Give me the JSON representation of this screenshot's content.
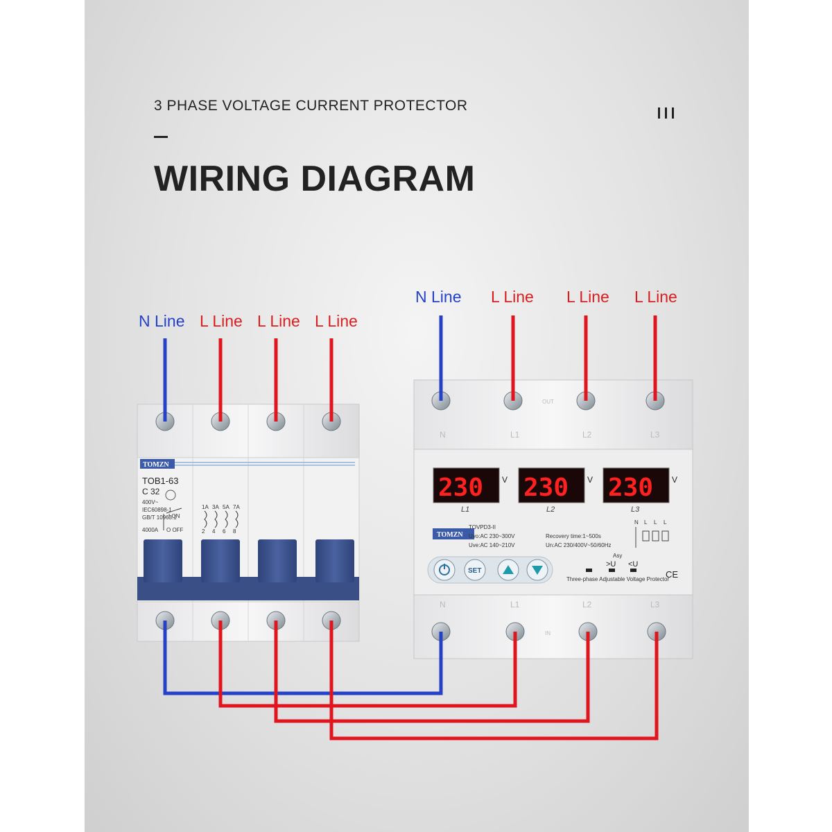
{
  "header": {
    "subtitle": "3 PHASE VOLTAGE  CURRENT PROTECTOR",
    "title": "WIRING DIAGRAM"
  },
  "breaker": {
    "brand": "TOMZN",
    "model": "TOB1-63",
    "rating": "C 32",
    "spec1": "400V~",
    "spec2": "IEC60898-1",
    "spec3": "GB/T 10963.1",
    "spec4": "4000A",
    "on": "I ON",
    "off": "O OFF",
    "poles_top": [
      "1A",
      "3A",
      "5A",
      "7A"
    ],
    "poles_bottom": [
      "2",
      "4",
      "6",
      "8"
    ],
    "input_labels": [
      "N Line",
      "L Line",
      "L Line",
      "L Line"
    ]
  },
  "protector": {
    "brand": "TOMZN",
    "model": "TOVPD3-II",
    "uvo": "Uvo:AC 230~300V",
    "uve": "Uve:AC 140~210V",
    "recovery": "Recovery time:1~500s",
    "un": "Un:AC 230/400V~50/60Hz",
    "description": "Three-phase Adjustable Voltage Protector",
    "ce": "CE",
    "displays": [
      {
        "value": "230",
        "unit": "V",
        "phase": "L1"
      },
      {
        "value": "230",
        "unit": "V",
        "phase": "L2"
      },
      {
        "value": "230",
        "unit": "V",
        "phase": "L3"
      }
    ],
    "set_button": "SET",
    "asy": "Asy",
    "over_u": ">U",
    "under_u": "<U",
    "terminal_top": [
      "N",
      "L1",
      "L2",
      "L3"
    ],
    "terminal_bottom": [
      "N",
      "L1",
      "L2",
      "L3"
    ],
    "out_tag": "OUT",
    "in_tag": "IN",
    "schematic_letters": [
      "N",
      "L",
      "L",
      "L"
    ],
    "input_labels": [
      "N Line",
      "L Line",
      "L Line",
      "L Line"
    ]
  },
  "colors": {
    "neutral": "#2441c8",
    "live": "#e0151d",
    "breaker_blue": "#3a4f86",
    "lcd_bg": "#1a0707"
  }
}
